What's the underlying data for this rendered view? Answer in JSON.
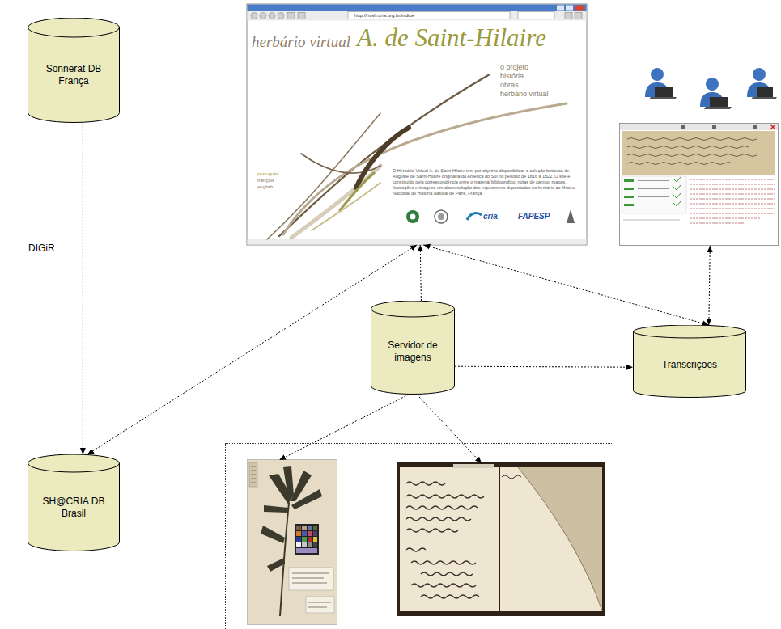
{
  "diagram": {
    "nodes": [
      {
        "text": [
          "Sonnerat DB França"
        ]
      },
      {
        "text": [
          "SH@CRIA DB Brasil"
        ]
      },
      {
        "text": [
          "herbário virtual",
          "A. de Saint-Hilaire",
          "o projeto",
          "história",
          "obras",
          "herbário virtual",
          "português",
          "français",
          "english",
          "O Herbário Virtual A. de Saint-Hilaire tem por objetivo disponibilizar a coleção botânica de Auguste de Saint-Hilaire originária da América do Sul no período de 1816 a 1822. O site é constituído pela correspondência entre o material bibliográfico, notas de campo, mapas, ilustrações e imagens em alta resolução dos espécimens depositados no herbário do Museu Nacional de História Natural de Paris, França.",
          "http://hvsh.cria.org.br/indice",
          "cria",
          "FAPESP"
        ]
      },
      {
        "text": []
      },
      {
        "text": [
          "Servidor de imagens"
        ]
      },
      {
        "text": [
          "Transcrições"
        ]
      },
      {
        "text": []
      },
      {
        "text": [],
        "in": 6
      },
      {
        "text": [],
        "in": 6
      }
    ],
    "edges": [
      {
        "from": 0,
        "to": 1,
        "arrow": "to",
        "label": "DIGiR"
      },
      {
        "from": 1,
        "to": 2,
        "arrow": "both"
      },
      {
        "from": 4,
        "to": 2,
        "arrow": "to"
      },
      {
        "from": 2,
        "to": 5,
        "arrow": "both"
      },
      {
        "from": 4,
        "to": 5,
        "arrow": "to"
      },
      {
        "from": 5,
        "to": 3,
        "arrow": "both"
      },
      {
        "from": 4,
        "to": 7,
        "arrow": "to"
      },
      {
        "from": 4,
        "to": 8,
        "arrow": "to"
      }
    ]
  }
}
